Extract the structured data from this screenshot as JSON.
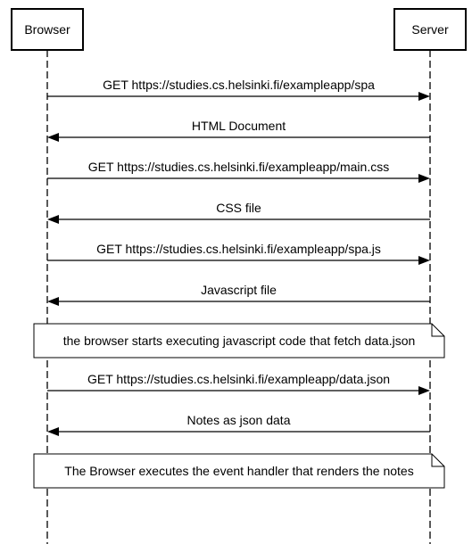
{
  "participants": [
    {
      "id": "browser",
      "label": "Browser"
    },
    {
      "id": "server",
      "label": "Server"
    }
  ],
  "sequence": [
    {
      "kind": "message",
      "from": "browser",
      "to": "server",
      "label": "GET https://studies.cs.helsinki.fi/exampleapp/spa"
    },
    {
      "kind": "message",
      "from": "server",
      "to": "browser",
      "label": "HTML Document"
    },
    {
      "kind": "message",
      "from": "browser",
      "to": "server",
      "label": "GET https://studies.cs.helsinki.fi/exampleapp/main.css"
    },
    {
      "kind": "message",
      "from": "server",
      "to": "browser",
      "label": "CSS file"
    },
    {
      "kind": "message",
      "from": "browser",
      "to": "server",
      "label": "GET https://studies.cs.helsinki.fi/exampleapp/spa.js"
    },
    {
      "kind": "message",
      "from": "server",
      "to": "browser",
      "label": "Javascript file"
    },
    {
      "kind": "note",
      "text": "the browser starts executing javascript code that fetch data.json"
    },
    {
      "kind": "message",
      "from": "browser",
      "to": "server",
      "label": "GET https://studies.cs.helsinki.fi/exampleapp/data.json"
    },
    {
      "kind": "message",
      "from": "server",
      "to": "browser",
      "label": "Notes as json data"
    },
    {
      "kind": "note",
      "text": "The Browser executes the event handler that renders the notes"
    }
  ]
}
